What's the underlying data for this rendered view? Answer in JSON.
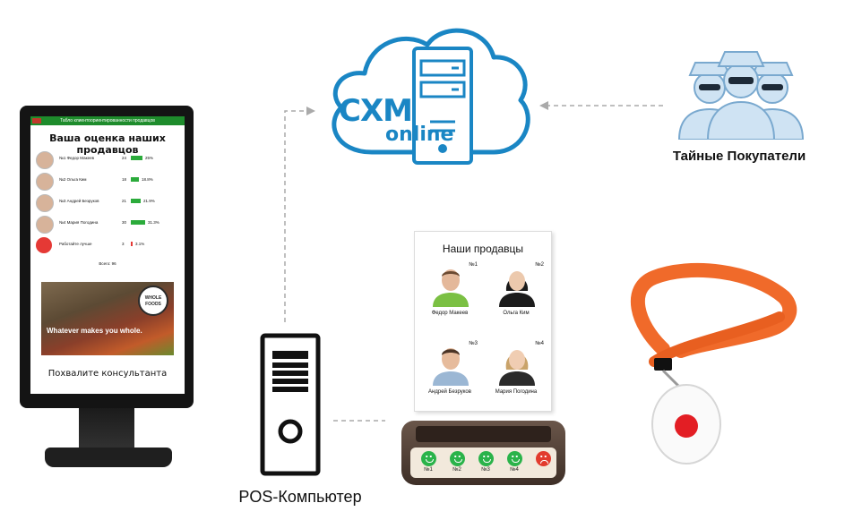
{
  "cloud": {
    "brand_big": "CXM",
    "brand_small": "online"
  },
  "mystery": {
    "label": "Тайные Покупатели"
  },
  "pos": {
    "label": "POS-Компьютер"
  },
  "display": {
    "header": "Табло клиентоориентированности продавцов",
    "title": "Ваша оценка наших продавцов",
    "rows": [
      {
        "name": "№1 Федор Макеев",
        "count": "24",
        "percent": "25%",
        "share": 0.25,
        "sad": false
      },
      {
        "name": "№2 Ольга Ким",
        "count": "18",
        "percent": "18.8%",
        "share": 0.188,
        "sad": false
      },
      {
        "name": "№3 Андрей Безруков",
        "count": "21",
        "percent": "21.9%",
        "share": 0.219,
        "sad": false
      },
      {
        "name": "№4 Мария Погодина",
        "count": "30",
        "percent": "31.3%",
        "share": 0.313,
        "sad": false
      },
      {
        "name": "Работайте лучше",
        "count": "3",
        "percent": "3.1%",
        "share": 0.031,
        "sad": true
      }
    ],
    "total": "Всего: 96",
    "ad_logo": "WHOLE FOODS",
    "ad_slogan": "Whatever makes you whole.",
    "cta": "Похвалите консультанта"
  },
  "sign": {
    "title": "Наши продавцы",
    "sellers": [
      {
        "num": "№1",
        "name": "Федор Макеев"
      },
      {
        "num": "№2",
        "name": "Ольга Ким"
      },
      {
        "num": "№3",
        "name": "Андрей Безруков"
      },
      {
        "num": "№4",
        "name": "Мария Погодина"
      }
    ]
  },
  "buttons": [
    "№1",
    "№2",
    "№3",
    "№4"
  ],
  "colors": {
    "brand_blue": "#1a86c4",
    "green": "#2ab34a",
    "red": "#e23b2e",
    "lanyard": "#f06a2a"
  }
}
